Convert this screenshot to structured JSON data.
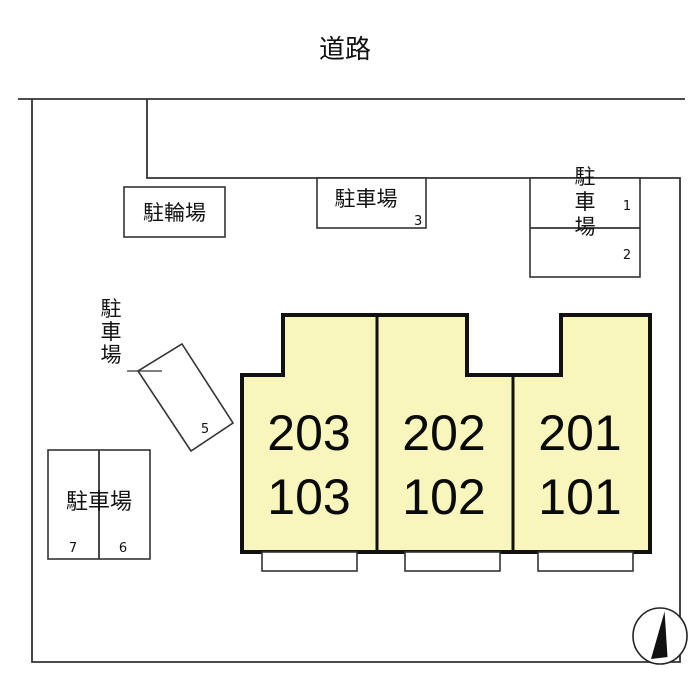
{
  "road_label": "道路",
  "bicycle_parking": {
    "label": "駐輪場"
  },
  "parking_areas": [
    {
      "label": "駐車場",
      "slots": [
        "3"
      ]
    },
    {
      "label": "駐車場",
      "slots": [
        "1",
        "2"
      ]
    },
    {
      "label": "駐車場",
      "slots": [
        "5"
      ]
    },
    {
      "label": "駐車場",
      "slots": [
        "7",
        "6"
      ]
    }
  ],
  "units": [
    {
      "upper": "203",
      "lower": "103"
    },
    {
      "upper": "202",
      "lower": "102"
    },
    {
      "upper": "201",
      "lower": "101"
    }
  ],
  "colors": {
    "building_fill": "#f8f6bc",
    "line": "#333333"
  },
  "compass": "north-arrow-icon"
}
